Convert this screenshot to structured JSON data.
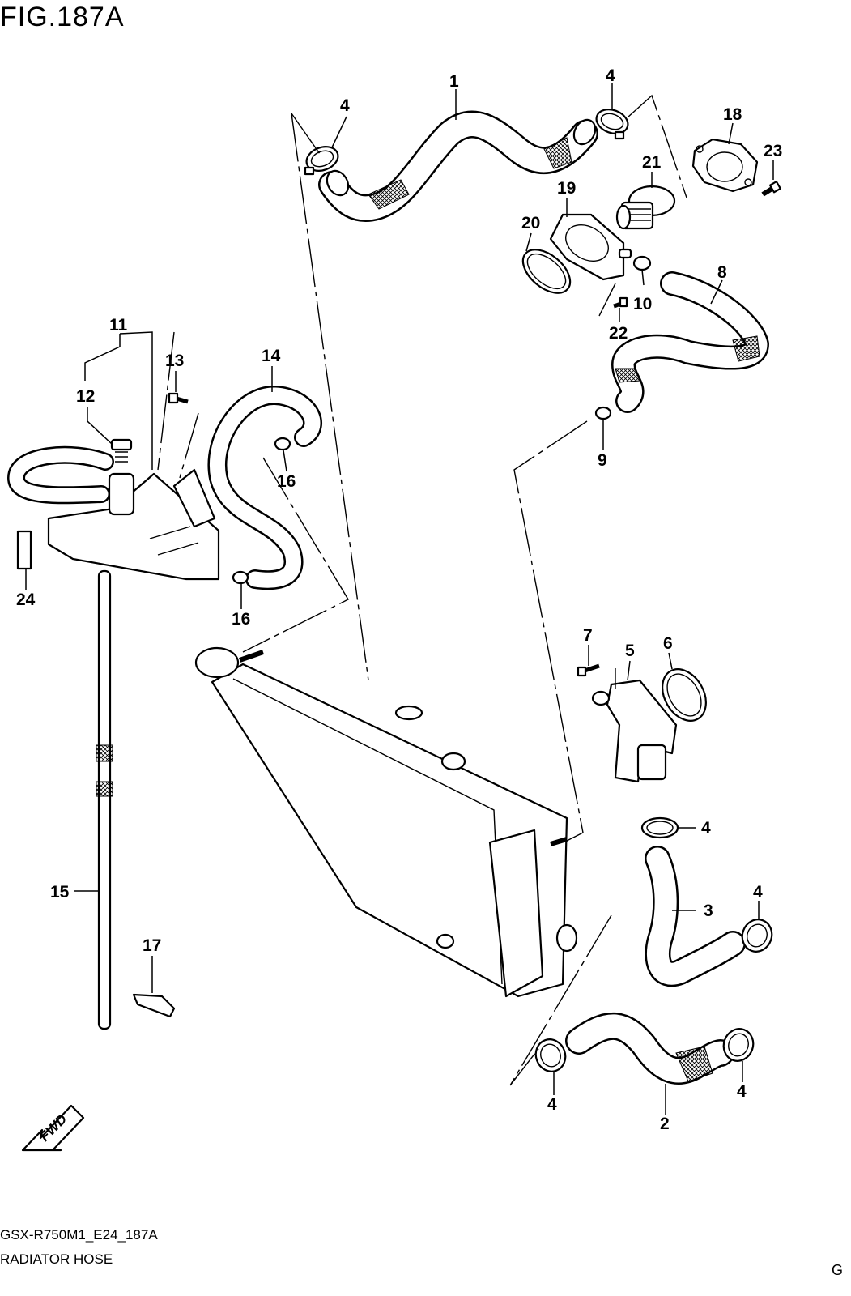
{
  "figure": {
    "title": "FIG.187A",
    "model_code": "GSX-R750M1_E24_187A",
    "caption": "RADIATOR HOSE",
    "corner_mark": "G",
    "fwd_label": "FWD"
  },
  "callouts": {
    "c1": "1",
    "c2": "2",
    "c3": "3",
    "c4a": "4",
    "c4b": "4",
    "c4c": "4",
    "c4d": "4",
    "c4e": "4",
    "c4f": "4",
    "c5": "5",
    "c6": "6",
    "c7": "7",
    "c8": "8",
    "c9": "9",
    "c10": "10",
    "c11": "11",
    "c12": "12",
    "c13": "13",
    "c14": "14",
    "c15": "15",
    "c16a": "16",
    "c16b": "16",
    "c17": "17",
    "c18": "18",
    "c19": "19",
    "c20": "20",
    "c21": "21",
    "c22": "22",
    "c23": "23",
    "c24": "24"
  }
}
